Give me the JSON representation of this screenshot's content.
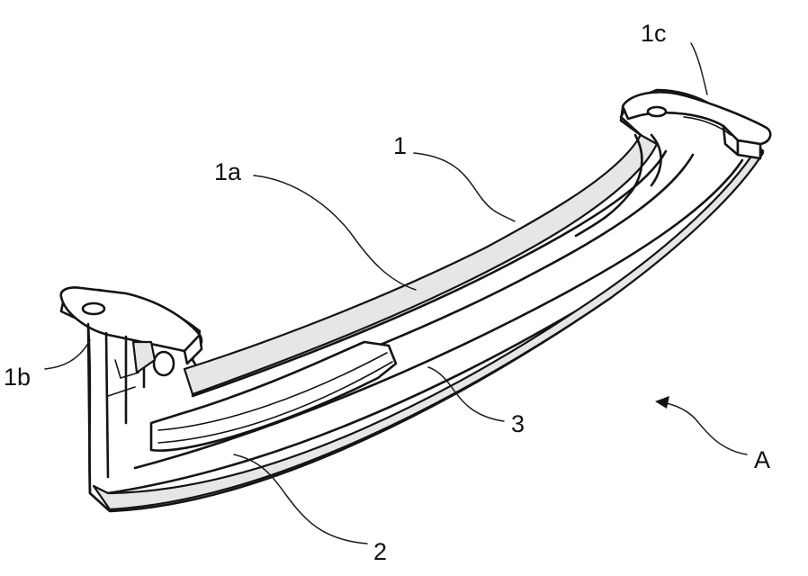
{
  "labels": {
    "ref_1c": "1c",
    "ref_1": "1",
    "ref_1a": "1a",
    "ref_1b": "1b",
    "ref_3": "3",
    "ref_2": "2",
    "ref_A": "A"
  }
}
